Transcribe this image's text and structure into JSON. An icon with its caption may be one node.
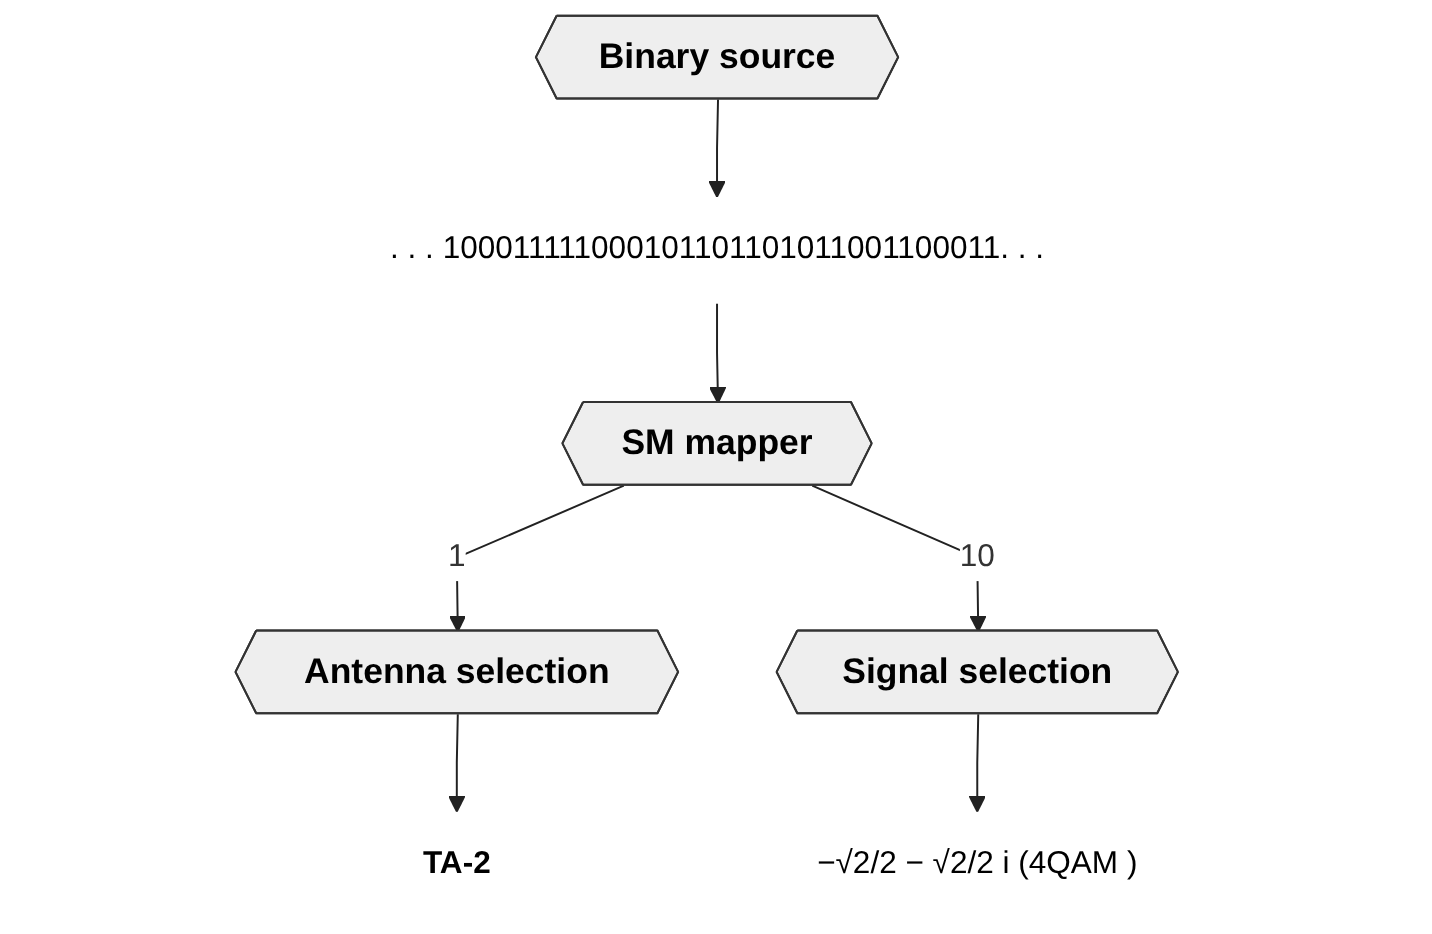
{
  "diagram": {
    "nodes": [
      {
        "text": [
          "Binary source"
        ]
      },
      {
        "text": [
          ". . . 100011111000101101101011001100011. . ."
        ]
      },
      {
        "text": [
          "SM mapper"
        ]
      },
      {
        "text": [
          "Antenna selection"
        ]
      },
      {
        "text": [
          "Signal selection"
        ]
      },
      {
        "text": [
          "TA-2"
        ]
      },
      {
        "text": [
          "−√2/2 − √2/2 i  (4QAM )"
        ]
      }
    ],
    "edges": [
      {
        "from": 0,
        "to": 1,
        "arrow": "to"
      },
      {
        "from": 1,
        "to": 2,
        "arrow": "to"
      },
      {
        "from": 2,
        "to": 3,
        "arrow": "to",
        "label": "1"
      },
      {
        "from": 2,
        "to": 4,
        "arrow": "to",
        "label": "10"
      },
      {
        "from": 3,
        "to": 5,
        "arrow": "to"
      },
      {
        "from": 4,
        "to": 6,
        "arrow": "to"
      }
    ]
  }
}
